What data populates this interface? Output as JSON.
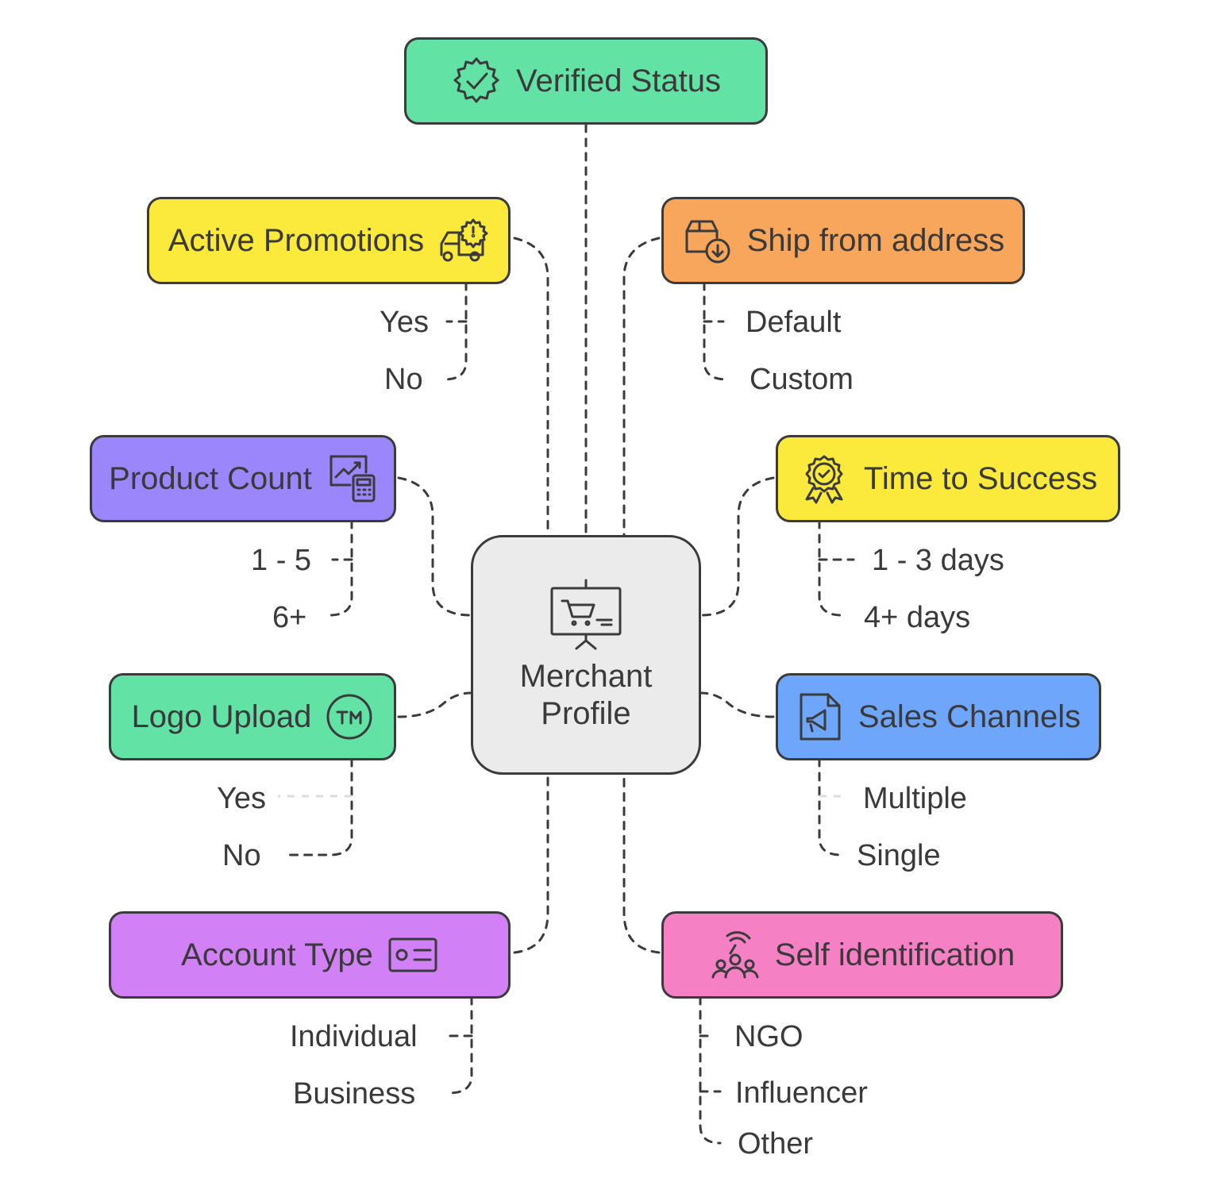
{
  "center": {
    "title_line1": "Merchant",
    "title_line2": "Profile",
    "icon": "shopping-cart-board-icon"
  },
  "nodes": [
    {
      "id": "verified",
      "label": "Verified Status",
      "color": "#63e2a6",
      "icon": "badge-check-icon",
      "options": []
    },
    {
      "id": "promotions",
      "label": "Active Promotions",
      "color": "#fbe93b",
      "icon": "truck-gear-icon",
      "options": [
        "Yes",
        "No"
      ]
    },
    {
      "id": "ship",
      "label": "Ship from address",
      "color": "#f7a65c",
      "icon": "box-download-icon",
      "options": [
        "Default",
        "Custom"
      ]
    },
    {
      "id": "product",
      "label": "Product Count",
      "color": "#9b86fb",
      "icon": "chart-calculator-icon",
      "options": [
        "1 - 5",
        "6+"
      ]
    },
    {
      "id": "time",
      "label": "Time to Success",
      "color": "#fbe93b",
      "icon": "award-medal-icon",
      "options": [
        "1 - 3 days",
        "4+ days"
      ]
    },
    {
      "id": "logo",
      "label": "Logo Upload",
      "color": "#63e2a6",
      "icon": "trademark-icon",
      "options": [
        "Yes",
        "No"
      ]
    },
    {
      "id": "sales",
      "label": "Sales Channels",
      "color": "#6ea6fc",
      "icon": "megaphone-doc-icon",
      "options": [
        "Multiple",
        "Single"
      ]
    },
    {
      "id": "account",
      "label": "Account Type",
      "color": "#d280f6",
      "icon": "id-card-icon",
      "options": [
        "Individual",
        "Business"
      ]
    },
    {
      "id": "self",
      "label": "Self identification",
      "color": "#f580c4",
      "icon": "people-signal-icon",
      "options": [
        "NGO",
        "Influencer",
        "Other"
      ]
    }
  ]
}
